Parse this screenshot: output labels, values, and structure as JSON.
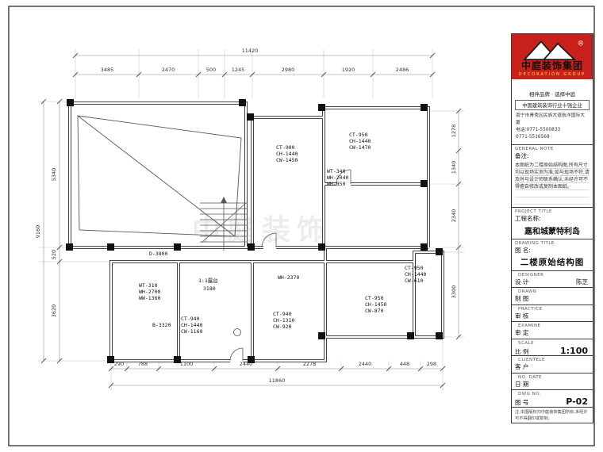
{
  "title_block": {
    "company_cn": "中庭装饰集团",
    "company_en": "DECORATION GROUP",
    "slogan": "相伴品牌 · 选择中庭",
    "honor": "中国建筑装饰行业十强企业",
    "address_lines": [
      "南宁市青秀区民族大道航洋国际大厦",
      "电话:0771-5500833",
      "0771-5516568"
    ],
    "general_note_en": "GENERAL NOTE",
    "note_label": "备注:",
    "note_text": "本图纸为二楼原始结构图,所有尺寸均以现场实测为准;如与现场不符,请及时与设计师联系确认;未经许可不得擅自修改或复制本图纸。",
    "project_title_en": "PROJECT TITLE",
    "project_label": "工程名称:",
    "project_name": "嘉和城蒙特利岛",
    "drawing_title_en": "DRAWING TITLE",
    "drawing_label": "图  名:",
    "drawing_name": "二楼原始结构图",
    "rows": [
      {
        "en": "DESIGNER",
        "cn": "设 计",
        "value": "陈芝"
      },
      {
        "en": "DRAWN",
        "cn": "制 图",
        "value": ""
      },
      {
        "en": "PRACTICE",
        "cn": "审 核",
        "value": ""
      },
      {
        "en": "EXAMINE",
        "cn": "审 定",
        "value": ""
      },
      {
        "en": "SCALE",
        "cn": "比 例",
        "value": "1:100"
      },
      {
        "en": "CLIENTELE",
        "cn": "客 户",
        "value": ""
      },
      {
        "en": "NO. DATE",
        "cn": "日 期",
        "value": ""
      },
      {
        "en": "DWG NO.",
        "cn": "图 号",
        "value": "P-02"
      }
    ],
    "foot_note": "注:本图版权归中庭装饰集团所有,未经许可不得翻印或复制。",
    "brand_red": "#c8201a"
  },
  "plan": {
    "watermark": "中庭装饰",
    "rooms": {
      "r1": [
        "CT-900",
        "CH-1440",
        "CW-1450"
      ],
      "r2": [
        "CT-950",
        "CH-1440",
        "CW-1470"
      ],
      "r3": [
        "WT-340",
        "WH-2040",
        "WH-850"
      ],
      "r4": [
        "WT-310",
        "WH-2700",
        "WW-1360"
      ],
      "r5": [
        "CT-950",
        "CH-1450",
        "CW-870"
      ],
      "r6": [
        "CT-950",
        "CH-1440",
        "CW-610"
      ],
      "r7": [
        "CT-940",
        "CH-1440",
        "CW-1160"
      ],
      "r8": [
        "CT-940",
        "CH-1310",
        "CW-920"
      ]
    },
    "annotations": {
      "terrace": "1:1露台",
      "terrace_dim": "3180",
      "wh": "WH-2370",
      "d": "D-3800",
      "b": "B-3320"
    },
    "dims": {
      "top_total": "11420",
      "top": [
        "3485",
        "2470",
        "500",
        "1245",
        "2980",
        "1920",
        "2486"
      ],
      "left_total": "9160",
      "left": [
        "5340",
        "520",
        "3620"
      ],
      "right": [
        "1278",
        "1340",
        "2340",
        "3300"
      ],
      "bottom": [
        "290",
        "788",
        "1100",
        "2440",
        "2278",
        "2440",
        "448",
        "298"
      ],
      "bottom_total": "11860"
    }
  }
}
